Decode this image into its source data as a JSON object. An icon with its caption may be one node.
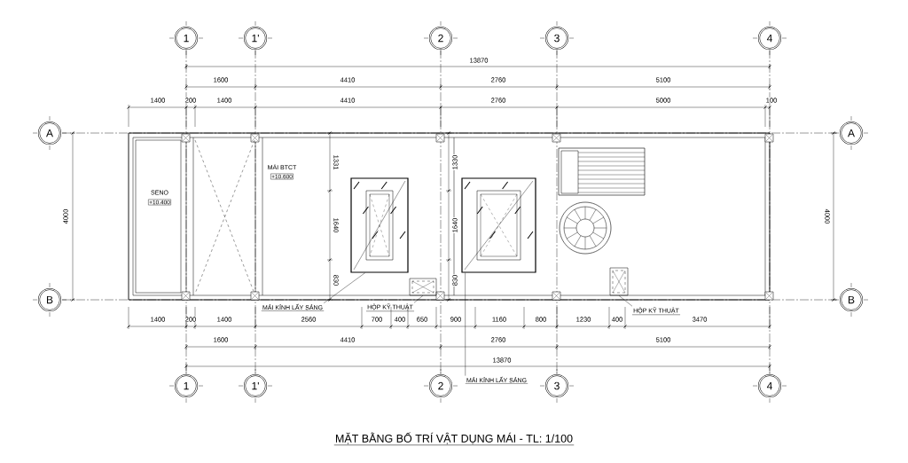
{
  "diagram": {
    "title": "MẶT BẰNG BỐ TRÍ VẬT DỤNG MÁI - TL: 1/100",
    "nodes": [
      {
        "text": [
          "1"
        ]
      },
      {
        "text": [
          "1'"
        ]
      },
      {
        "text": [
          "2"
        ]
      },
      {
        "text": [
          "3"
        ]
      },
      {
        "text": [
          "4"
        ]
      },
      {
        "text": [
          "1"
        ]
      },
      {
        "text": [
          "1'"
        ]
      },
      {
        "text": [
          "2"
        ]
      },
      {
        "text": [
          "3"
        ]
      },
      {
        "text": [
          "4"
        ]
      },
      {
        "text": [
          "A"
        ]
      },
      {
        "text": [
          "A"
        ]
      },
      {
        "text": [
          "B"
        ]
      },
      {
        "text": [
          "B"
        ]
      },
      {
        "text": [],
        "shape": "box"
      },
      {
        "text": [],
        "shape": "box"
      },
      {
        "text": [],
        "shape": "box"
      },
      {
        "text": [],
        "shape": "box"
      },
      {
        "text": [
          "MÁI KÍNH LẤY SÁNG"
        ]
      },
      {
        "text": [
          "HỘP KỸ THUẬT"
        ]
      },
      {
        "text": [
          "HỘP KỸ THUẬT"
        ]
      },
      {
        "text": [
          "MÁI KÍNH LẤY SÁNG"
        ]
      }
    ],
    "edges": [
      {
        "from": 18,
        "to": 14,
        "arrow": "none"
      },
      {
        "from": 19,
        "to": 16,
        "arrow": "none"
      },
      {
        "from": 20,
        "to": 17,
        "arrow": "none"
      },
      {
        "from": 21,
        "to": 15,
        "arrow": "none"
      }
    ],
    "labels": [
      "SENO",
      "+10.400",
      "MÁI BTCT",
      "+10.600",
      "13870",
      "1600",
      "4410",
      "2760",
      "5100",
      "1400",
      "200",
      "1400",
      "4410",
      "2760",
      "5000",
      "100",
      "4000",
      "1331",
      "1640",
      "830",
      "1330",
      "1640",
      "830",
      "4000",
      "1400",
      "200",
      "1400",
      "2560",
      "700",
      "400",
      "650",
      "900",
      "1160",
      "800",
      "1230",
      "400",
      "3470",
      "1600",
      "4410",
      "2760",
      "5100",
      "13870"
    ]
  }
}
